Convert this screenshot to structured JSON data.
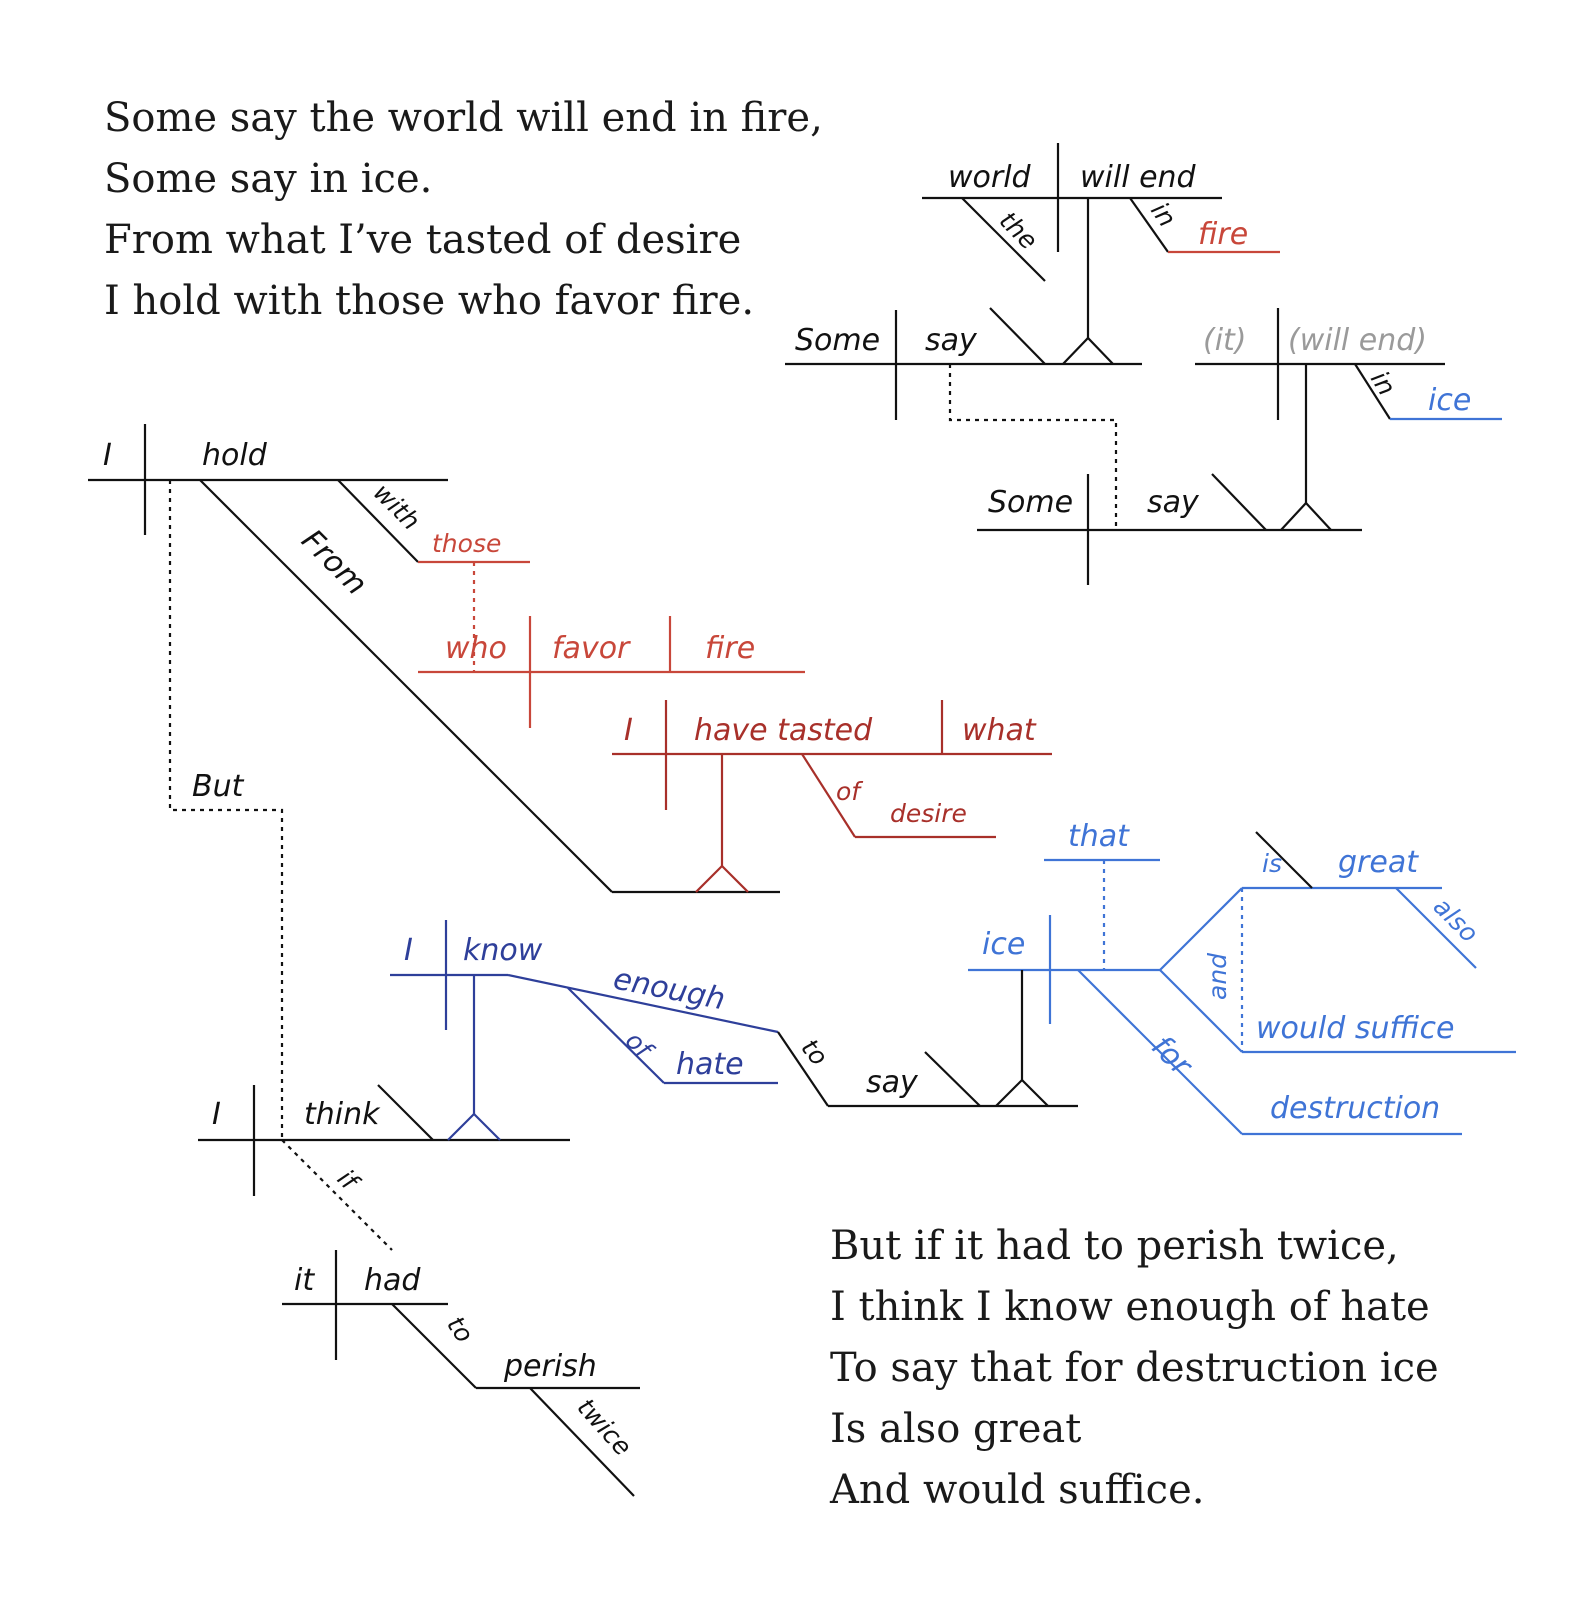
{
  "poem": {
    "stanza1": [
      "Some say the world will end in fire,",
      "Some say in ice.",
      "From what I’ve tasted of desire",
      "I hold with those who favor fire."
    ],
    "stanza2": [
      "But if it had to perish twice,",
      "I think I know enough of hate",
      "To say that for destruction ice",
      "Is also great",
      "And would suffice."
    ]
  },
  "diagram": {
    "colors": {
      "black": "#111111",
      "red": "#c8473a",
      "dark_red": "#a8302a",
      "navy": "#2e3f9a",
      "blue": "#3f74d6",
      "gray": "#9a9a9a"
    },
    "words": {
      "fire_clause_subject": "world",
      "fire_clause_verb": "will end",
      "fire_clause_article": "the",
      "fire_clause_prep": "in",
      "fire_clause_object": "fire",
      "line1_subject": "Some",
      "line1_verb": "say",
      "ice_clause_subject": "(it)",
      "ice_clause_verb": "(will end)",
      "ice_clause_prep": "in",
      "ice_clause_object": "ice",
      "line2_subject": "Some",
      "line2_verb": "say",
      "main_subject": "I",
      "main_verb": "hold",
      "main_prep_with": "with",
      "main_prep_from": "From",
      "those": "those",
      "who": "who",
      "favor": "favor",
      "fire": "fire",
      "tasted_subject": "I",
      "tasted_verb": "have tasted",
      "tasted_object": "what",
      "tasted_prep": "of",
      "tasted_prep_object": "desire",
      "conjunction_but": "But",
      "think_subject": "I",
      "think_verb": "think",
      "know_subject": "I",
      "know_verb": "know",
      "enough": "enough",
      "know_prep": "of",
      "hate": "hate",
      "to_inf": "to",
      "say_inf": "say",
      "ice_subject": "ice",
      "that": "that",
      "is": "is",
      "great": "great",
      "also": "also",
      "and": "and",
      "would_suffice": "would suffice",
      "for_prep": "for",
      "destruction": "destruction",
      "if": "if",
      "it_subject": "it",
      "had_verb": "had",
      "to_perish": "to",
      "perish": "perish",
      "twice": "twice"
    }
  }
}
